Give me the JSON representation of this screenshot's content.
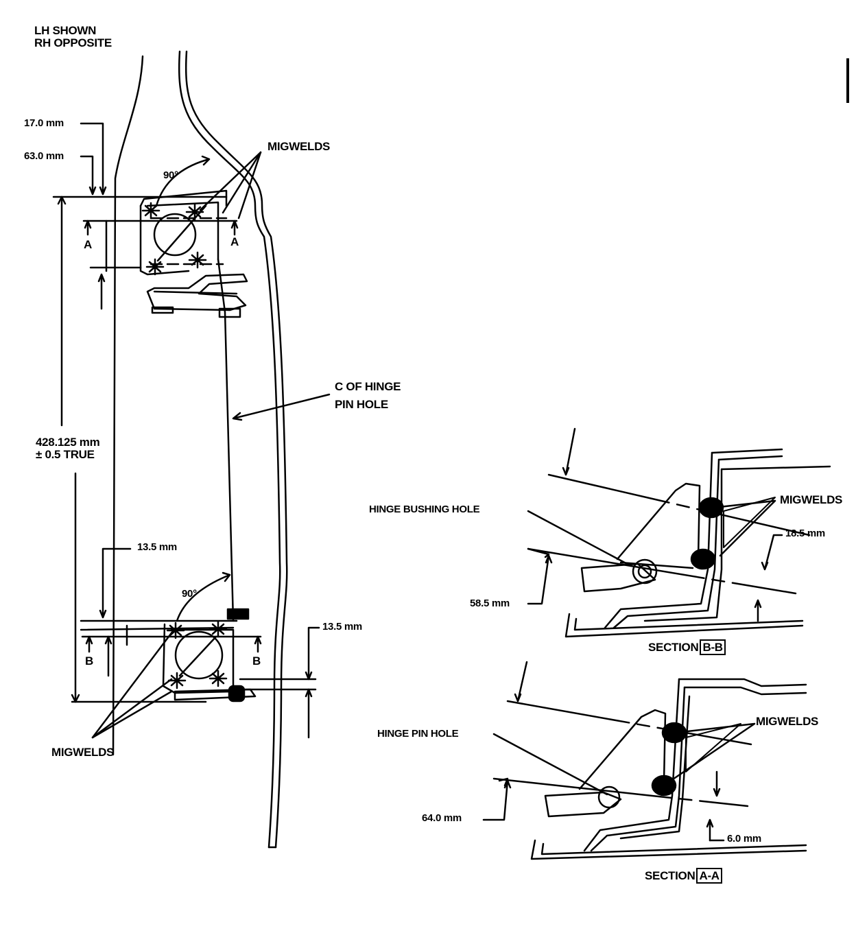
{
  "title": {
    "line1": "LH SHOWN",
    "line2": "RH OPPOSITE"
  },
  "dimensions": {
    "d17": "17.0 mm",
    "d63": "63.0 mm",
    "d428_1": "428.125 mm",
    "d428_2": "± 0.5 TRUE",
    "d13a": "13.5 mm",
    "d13b": "13.5 mm",
    "d18": "18.5 mm",
    "d58": "58.5 mm",
    "d64": "64.0 mm",
    "d6": "6.0 mm"
  },
  "angles": {
    "upper": "90°",
    "lower": "90°"
  },
  "section_marks": {
    "a_left": "A",
    "a_right": "A",
    "b_left": "B",
    "b_right": "B"
  },
  "callouts": {
    "migwelds_top": "MIGWELDS",
    "migwelds_bottom": "MIGWELDS",
    "migwelds_bb": "MIGWELDS",
    "migwelds_aa": "MIGWELDS",
    "centerline_1": "C OF HINGE",
    "centerline_2": "PIN HOLE",
    "hinge_bushing_hole": "HINGE BUSHING HOLE",
    "hinge_pin_hole": "HINGE PIN HOLE"
  },
  "sections": {
    "bb_word": "SECTION",
    "bb_id": "B-B",
    "aa_word": "SECTION",
    "aa_id": "A-A"
  }
}
